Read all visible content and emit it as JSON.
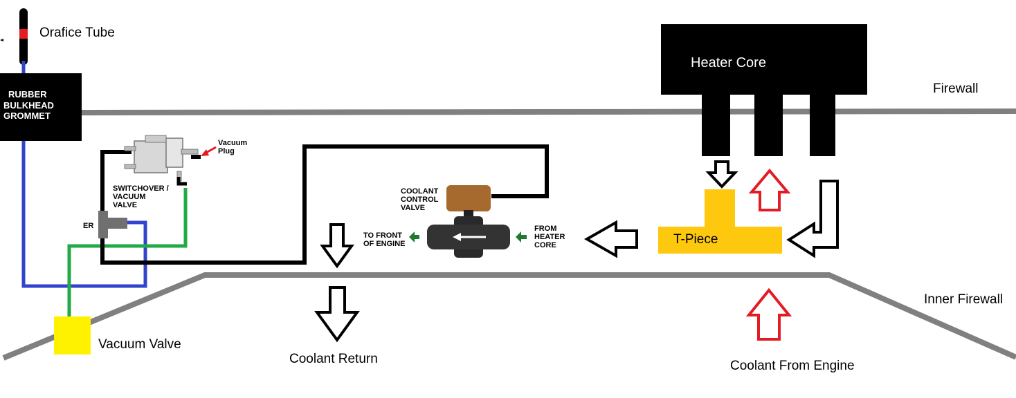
{
  "labels": {
    "orifice_tube": "Orafice Tube",
    "grommet_line1": "RUBBER",
    "grommet_line2": "BULKHEAD",
    "grommet_line3": "GROMMET",
    "heater_core": "Heater Core",
    "firewall": "Firewall",
    "inner_firewall": "Inner Firewall",
    "t_piece": "T-Piece",
    "vacuum_valve": "Vacuum Valve",
    "coolant_return": "Coolant Return",
    "coolant_from_engine": "Coolant From Engine",
    "vacuum_plug_line1": "Vacuum",
    "vacuum_plug_line2": "Plug",
    "switchover_line1": "SWITCHOVER /",
    "switchover_line2": "VACUUM",
    "switchover_line3": "VALVE",
    "er": "ER",
    "ccv_line1": "COOLANT",
    "ccv_line2": "CONTROL",
    "ccv_line3": "VALVE",
    "to_front_line1": "TO FRONT",
    "to_front_line2": "OF ENGINE",
    "from_heater_line1": "FROM",
    "from_heater_line2": "HEATER",
    "from_heater_line3": "CORE"
  },
  "colors": {
    "vacuum_line_blue": "#3344cc",
    "vacuum_line_green": "#22aa44",
    "hose_black": "#000000",
    "firewall_gray": "#808080",
    "t_piece_fill": "#fec80f",
    "vacuum_valve_fill": "#fff200",
    "hot_arrow_red": "#e31b23",
    "coolant_valve_brown": "#a66a2e",
    "flow_arrow_green": "#1f7a30"
  }
}
